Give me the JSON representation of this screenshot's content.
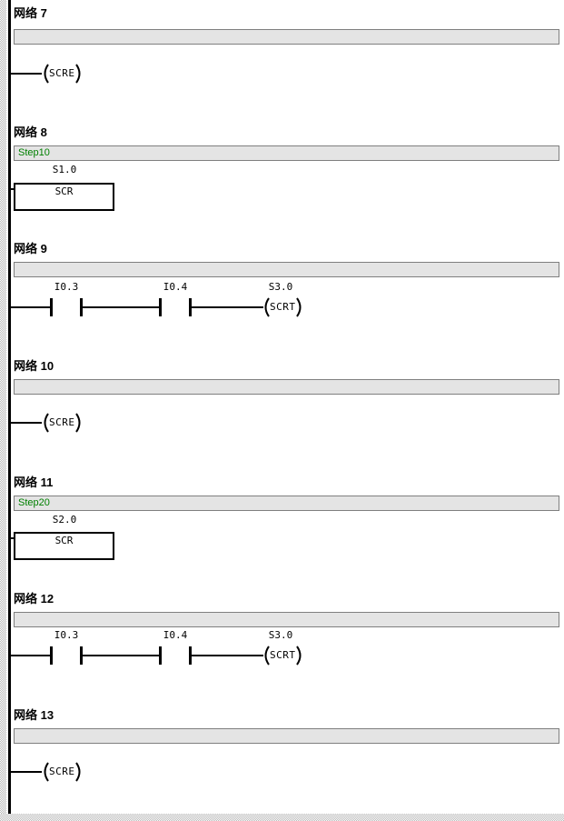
{
  "editor": {
    "colors": {
      "comment_text": "#008000",
      "comment_bar_bg": "#e4e4e4",
      "comment_bar_border": "#7f7f7f",
      "wire": "#000000"
    },
    "networks": [
      {
        "title": "网络 7",
        "comment": "",
        "rung": {
          "type": "coil",
          "coil_label": "SCRE"
        }
      },
      {
        "title": "网络 8",
        "comment": "Step10",
        "rung": {
          "type": "scr-box",
          "operand": "S1.0",
          "box_label": "SCR"
        }
      },
      {
        "title": "网络 9",
        "comment": "",
        "rung": {
          "type": "contacts-coil",
          "contacts": [
            {
              "operand": "I0.3"
            },
            {
              "operand": "I0.4"
            }
          ],
          "coil_operand": "S3.0",
          "coil_label": "SCRT"
        }
      },
      {
        "title": "网络 10",
        "comment": "",
        "rung": {
          "type": "coil",
          "coil_label": "SCRE"
        }
      },
      {
        "title": "网络 11",
        "comment": "Step20",
        "rung": {
          "type": "scr-box",
          "operand": "S2.0",
          "box_label": "SCR"
        }
      },
      {
        "title": "网络 12",
        "comment": "",
        "rung": {
          "type": "contacts-coil",
          "contacts": [
            {
              "operand": "I0.3"
            },
            {
              "operand": "I0.4"
            }
          ],
          "coil_operand": "S3.0",
          "coil_label": "SCRT"
        }
      },
      {
        "title": "网络 13",
        "comment": "",
        "rung": {
          "type": "coil",
          "coil_label": "SCRE"
        }
      }
    ]
  }
}
